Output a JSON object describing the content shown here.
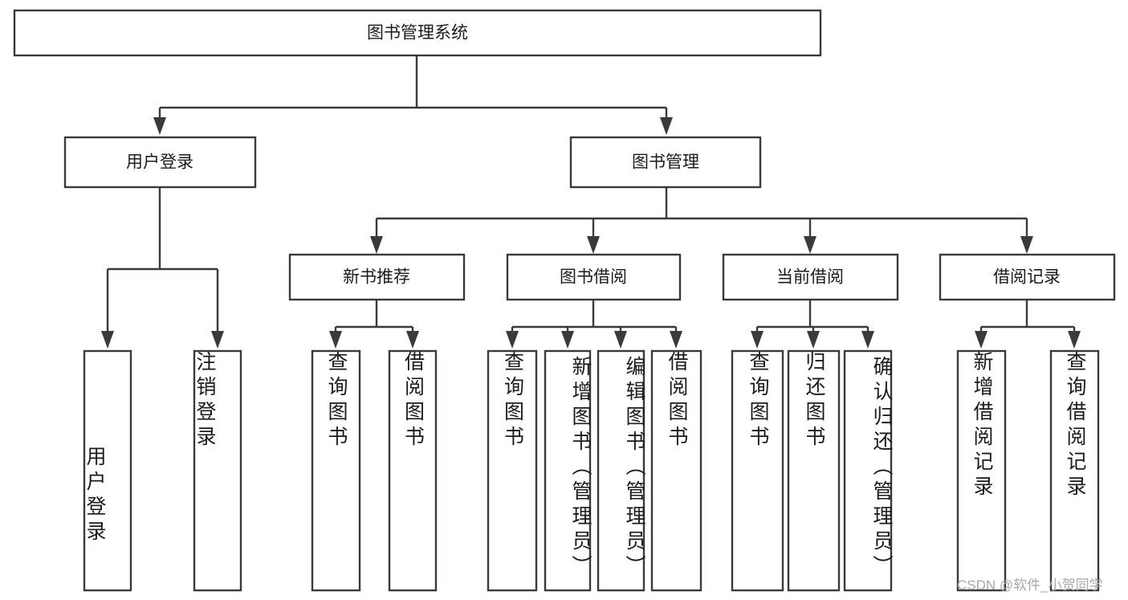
{
  "diagram": {
    "type": "tree-hierarchy-chart",
    "title": "图书管理系统",
    "root": {
      "label": "图书管理系统",
      "level": 0
    },
    "level1": [
      {
        "label": "用户登录"
      },
      {
        "label": "图书管理"
      }
    ],
    "level2": [
      {
        "label": "新书推荐",
        "parent": "图书管理"
      },
      {
        "label": "图书借阅",
        "parent": "图书管理"
      },
      {
        "label": "当前借阅",
        "parent": "图书管理"
      },
      {
        "label": "借阅记录",
        "parent": "图书管理"
      }
    ],
    "leaves": {
      "user_login": [
        {
          "label": "用户登录"
        },
        {
          "label": "注销登录"
        }
      ],
      "new_book_recommend": [
        {
          "label": "查询图书"
        },
        {
          "label": "借阅图书"
        }
      ],
      "book_borrow": [
        {
          "label": "查询图书"
        },
        {
          "label": "新增图书（管理员）"
        },
        {
          "label": "编辑图书（管理员）"
        },
        {
          "label": "借阅图书"
        }
      ],
      "current_borrow": [
        {
          "label": "查询图书"
        },
        {
          "label": "归还图书"
        },
        {
          "label": "确认归还（管理员）"
        }
      ],
      "borrow_record": [
        {
          "label": "新增借阅记录"
        },
        {
          "label": "查询借阅记录"
        }
      ]
    },
    "watermark": "CSDN @软件_小贺同学",
    "colors": {
      "stroke": "#3a3a3a",
      "fill": "#ffffff",
      "text": "#1b1b1b",
      "watermark": "#a8a8a8"
    }
  }
}
